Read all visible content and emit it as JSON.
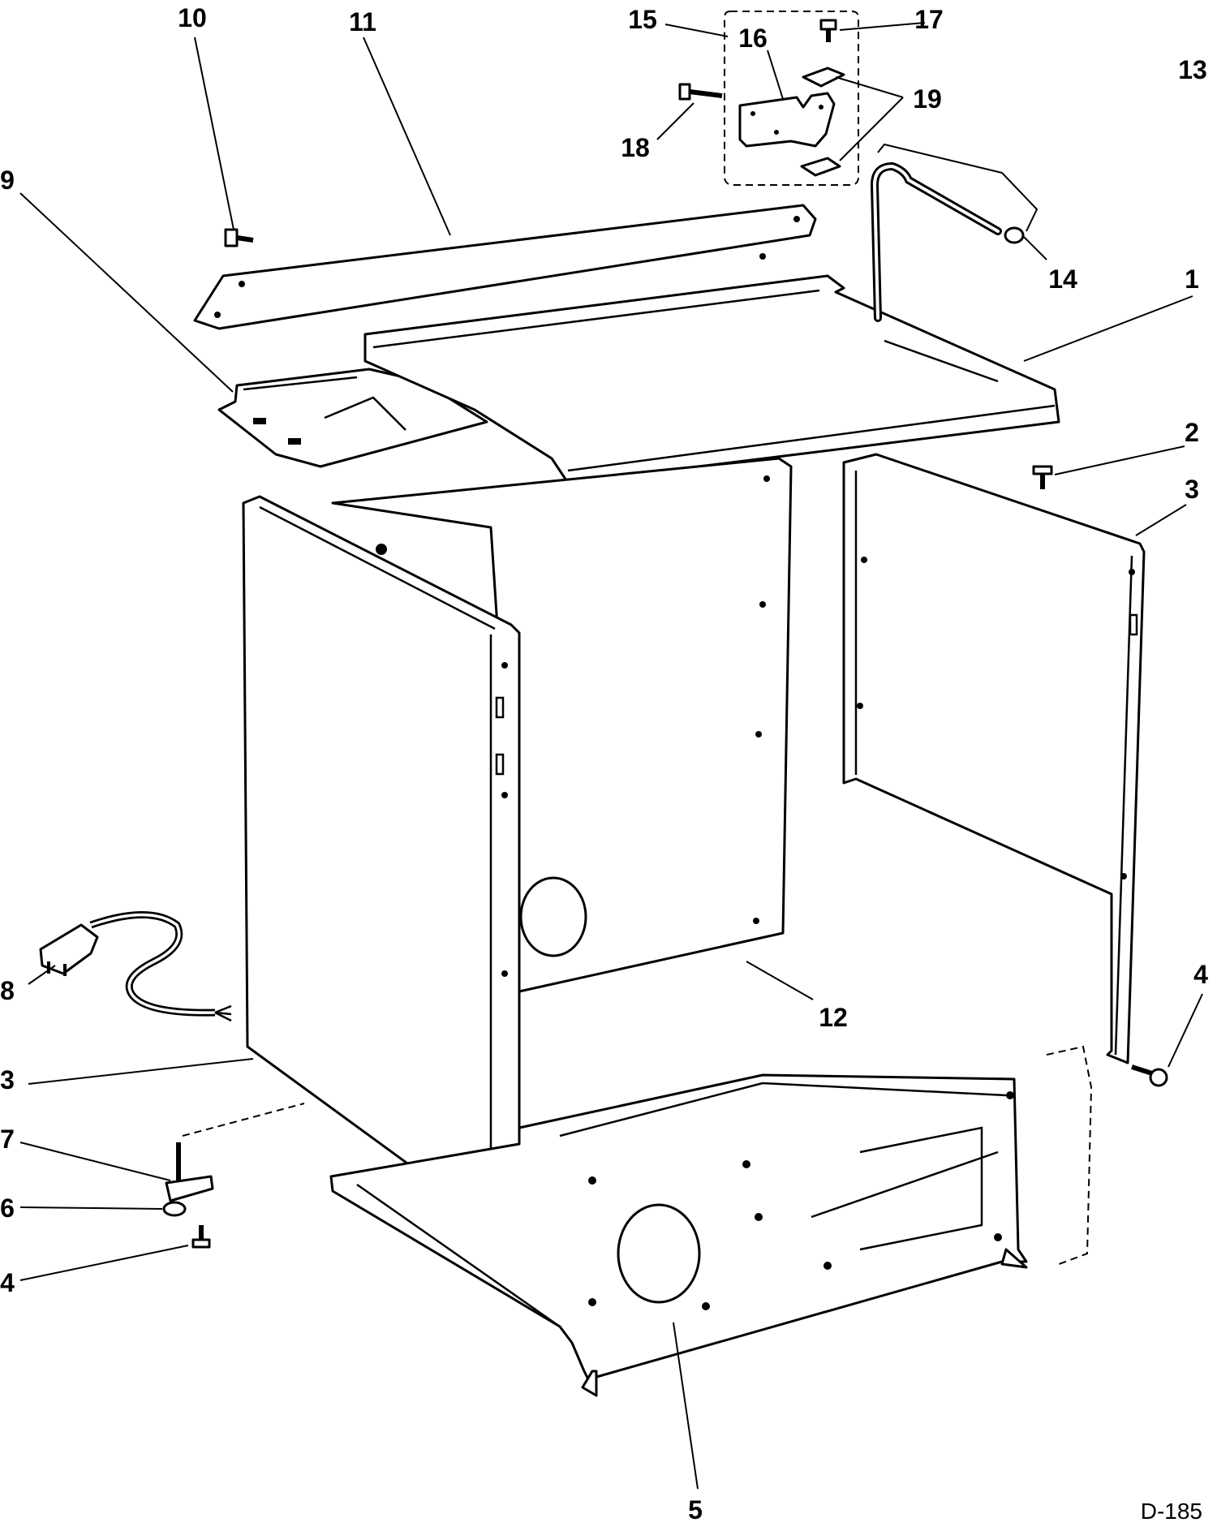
{
  "diagram": {
    "callouts": [
      {
        "id": "1",
        "text": "1"
      },
      {
        "id": "2",
        "text": "2"
      },
      {
        "id": "3a",
        "text": "3"
      },
      {
        "id": "3b",
        "text": "3"
      },
      {
        "id": "4a",
        "text": "4"
      },
      {
        "id": "4b",
        "text": "4"
      },
      {
        "id": "5",
        "text": "5"
      },
      {
        "id": "6",
        "text": "6"
      },
      {
        "id": "7",
        "text": "7"
      },
      {
        "id": "8",
        "text": "8"
      },
      {
        "id": "9",
        "text": "9"
      },
      {
        "id": "10",
        "text": "10"
      },
      {
        "id": "11",
        "text": "11"
      },
      {
        "id": "12",
        "text": "12"
      },
      {
        "id": "13",
        "text": "13"
      },
      {
        "id": "14",
        "text": "14"
      },
      {
        "id": "15",
        "text": "15"
      },
      {
        "id": "16",
        "text": "16"
      },
      {
        "id": "17",
        "text": "17"
      },
      {
        "id": "18",
        "text": "18"
      },
      {
        "id": "19",
        "text": "19"
      }
    ],
    "drawing_code": "D-185"
  }
}
